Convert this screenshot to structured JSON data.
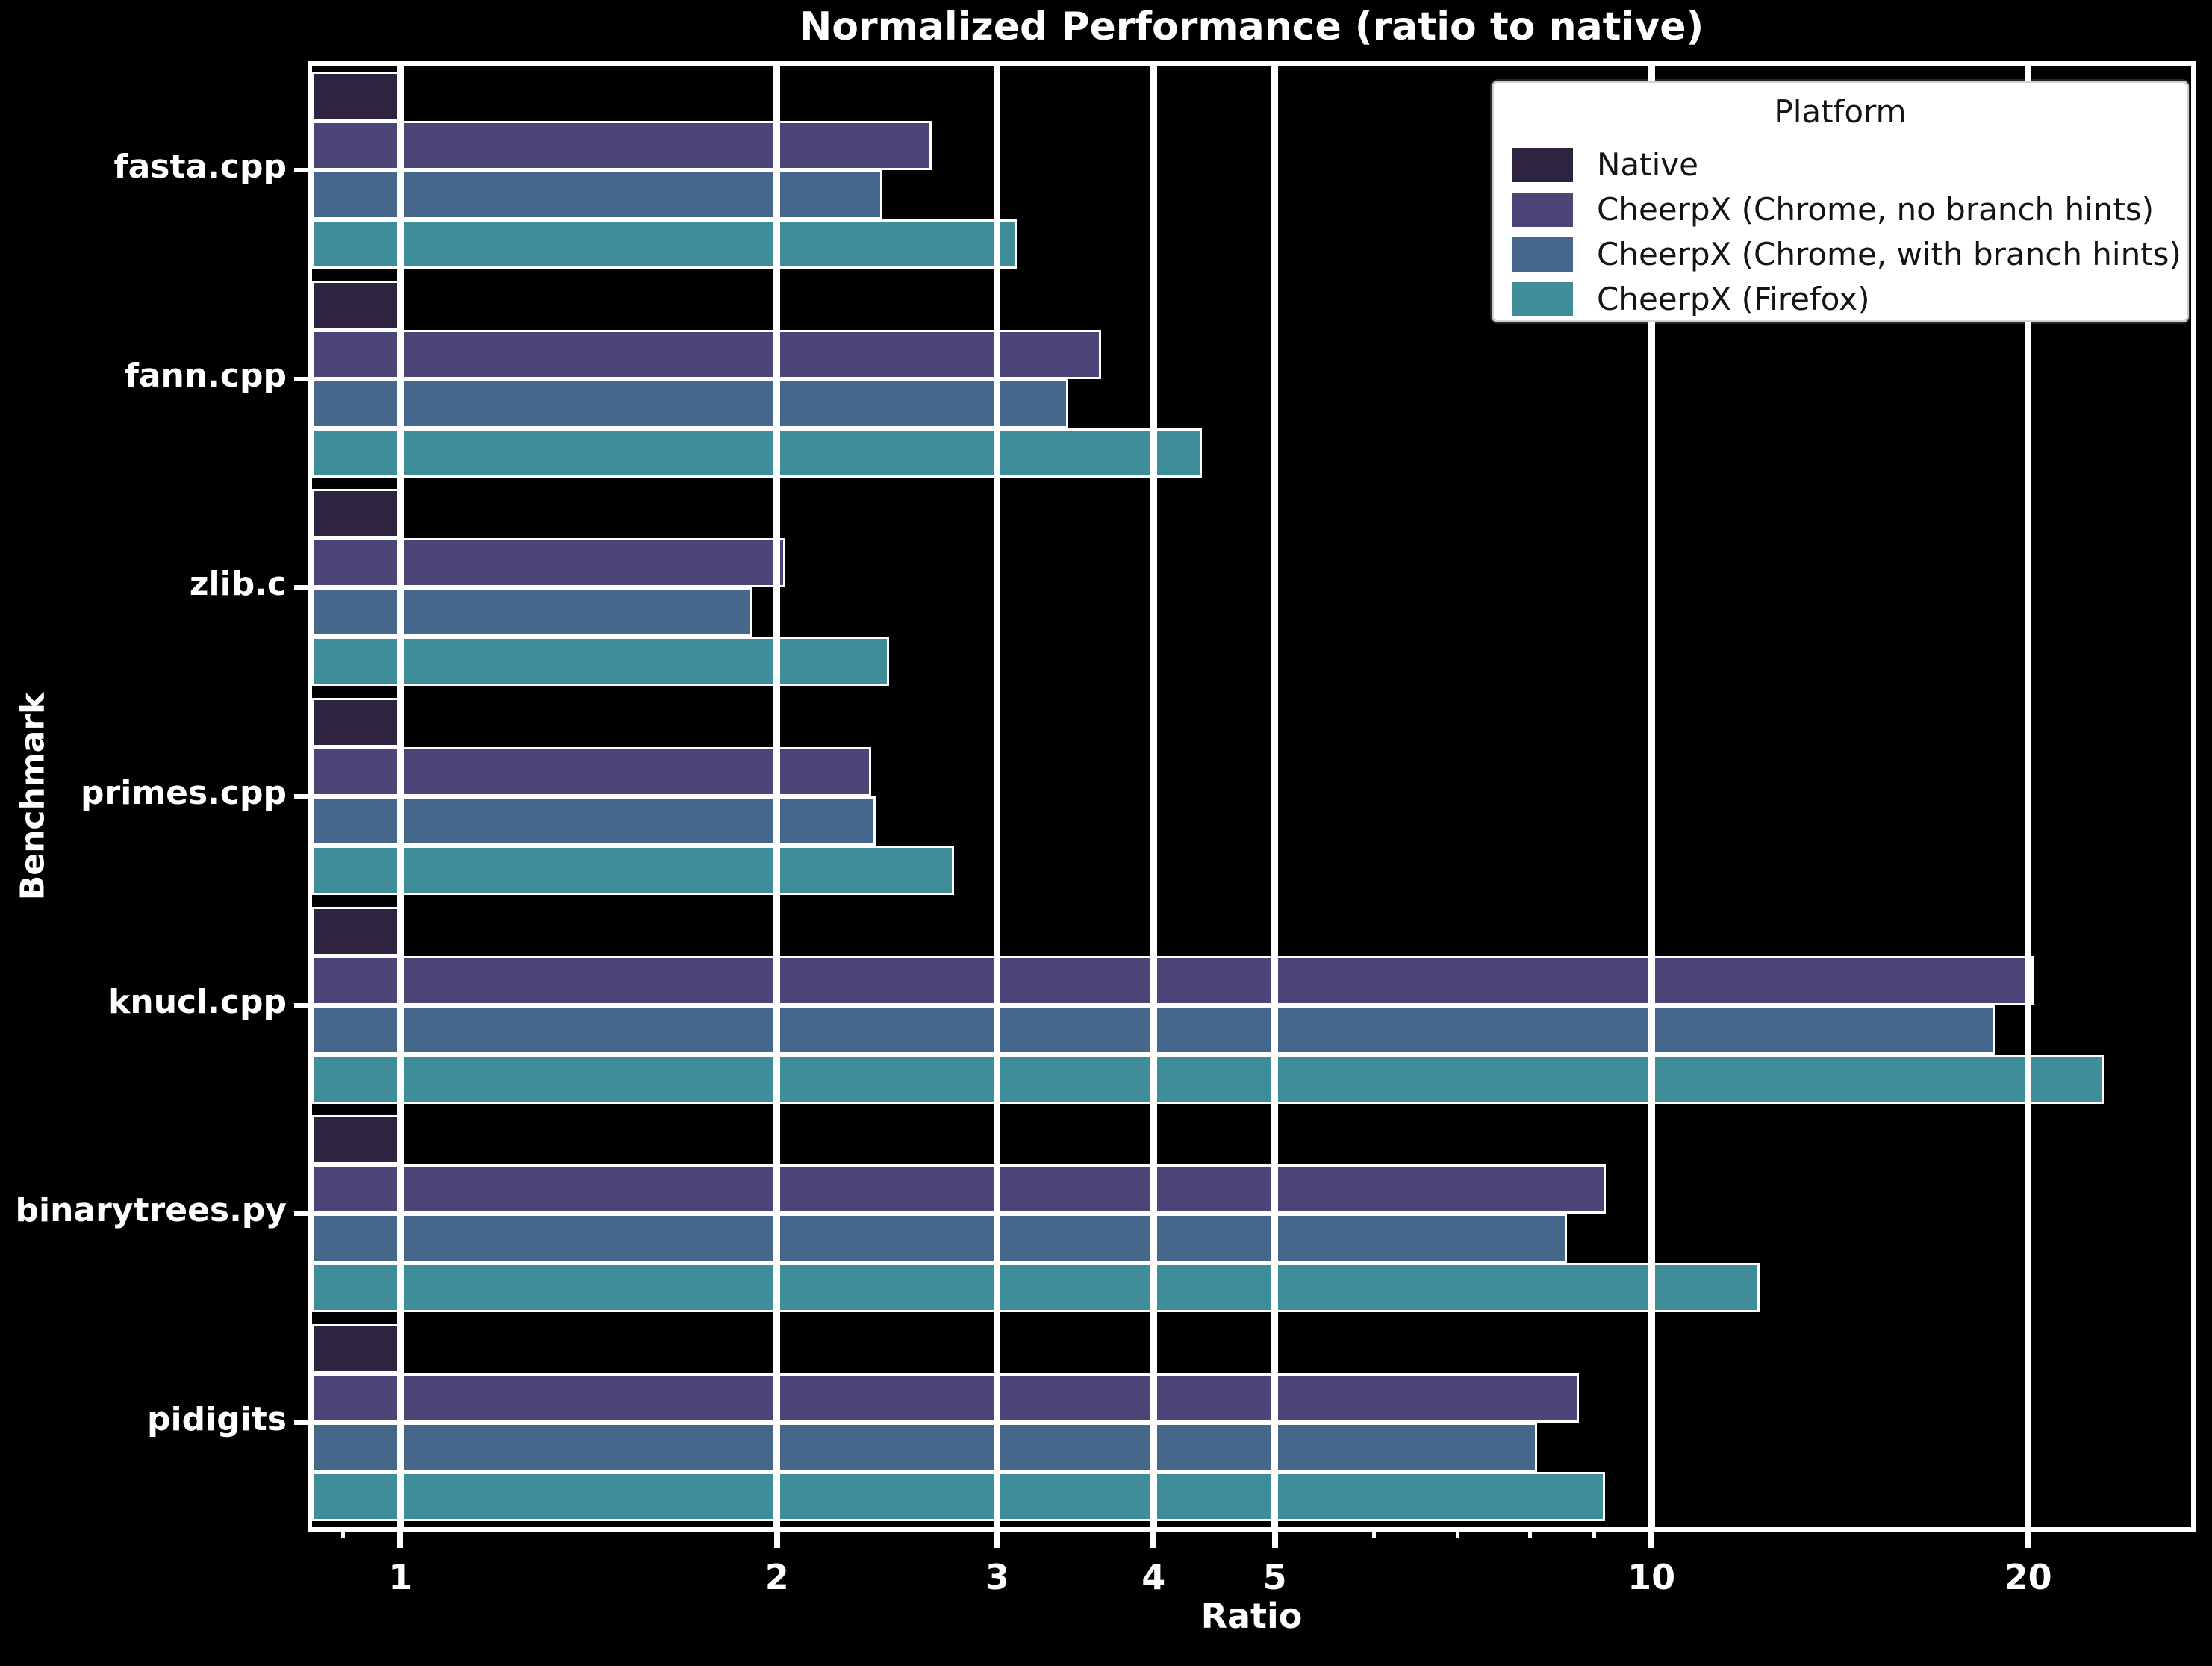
{
  "chart_data": {
    "type": "bar",
    "orientation": "horizontal",
    "xscale": "log",
    "title": "Normalized Performance (ratio to native)",
    "xlabel": "Ratio",
    "ylabel": "Benchmark",
    "legend_title": "Platform",
    "legend_position": "upper right",
    "grid": true,
    "background_color": "#000000",
    "foreground_color": "#ffffff",
    "categories": [
      "fasta.cpp",
      "fann.cpp",
      "zlib.c",
      "primes.cpp",
      "knucl.cpp",
      "binarytrees.py",
      "pidigits"
    ],
    "series": [
      {
        "name": "Native",
        "color": "#2f2440",
        "values": [
          1.0,
          1.0,
          1.0,
          1.0,
          1.0,
          1.0,
          1.0
        ]
      },
      {
        "name": "CheerpX (Chrome, no branch hints)",
        "color": "#4b4677",
        "values": [
          2.66,
          3.63,
          2.03,
          2.38,
          20.2,
          9.2,
          8.75
        ]
      },
      {
        "name": "CheerpX (Chrome, with branch hints)",
        "color": "#46678c",
        "values": [
          2.43,
          3.42,
          1.91,
          2.4,
          18.8,
          8.56,
          8.1
        ]
      },
      {
        "name": "CheerpX (Firefox)",
        "color": "#3f8d98",
        "values": [
          3.11,
          4.37,
          2.46,
          2.77,
          23.0,
          12.2,
          9.18
        ]
      }
    ],
    "xticks": [
      1,
      2,
      3,
      4,
      5,
      10,
      20
    ],
    "xtick_labels": [
      "1",
      "2",
      "3",
      "4",
      "5",
      "10",
      "20"
    ],
    "minor_xticks": [
      0.9,
      6,
      7,
      8,
      9
    ],
    "xlim": [
      0.85,
      27
    ]
  }
}
